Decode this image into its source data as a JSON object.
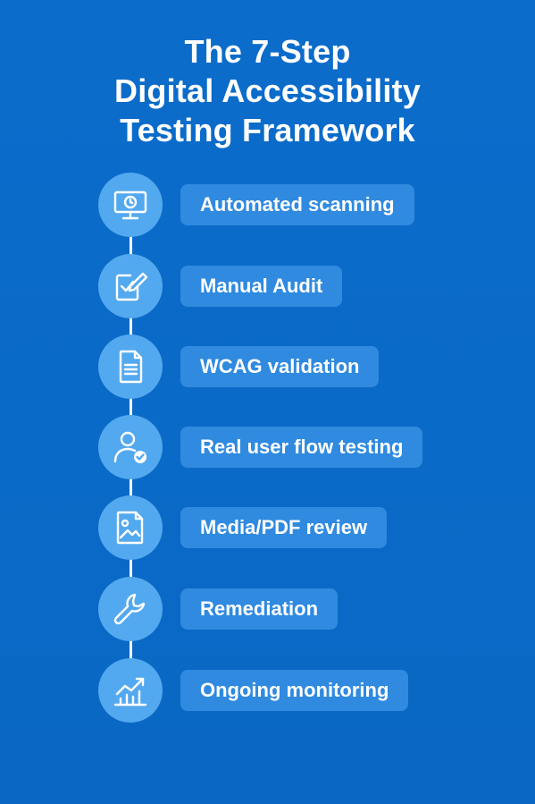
{
  "title": {
    "line1": "The 7-Step",
    "line2": "Digital Accessibility",
    "line3": "Testing Framework"
  },
  "colors": {
    "background": "#0b6ccb",
    "icon_circle": "#53a9ef",
    "label_box": "#2f8ae0",
    "text": "#ffffff"
  },
  "steps": [
    {
      "label": "Automated scanning",
      "icon": "monitor-clock-icon"
    },
    {
      "label": "Manual Audit",
      "icon": "checklist-pencil-icon"
    },
    {
      "label": "WCAG validation",
      "icon": "document-icon"
    },
    {
      "label": "Real user flow testing",
      "icon": "user-check-icon"
    },
    {
      "label": "Media/PDF review",
      "icon": "image-file-icon"
    },
    {
      "label": "Remediation",
      "icon": "wrench-icon"
    },
    {
      "label": "Ongoing monitoring",
      "icon": "growth-chart-icon"
    }
  ]
}
